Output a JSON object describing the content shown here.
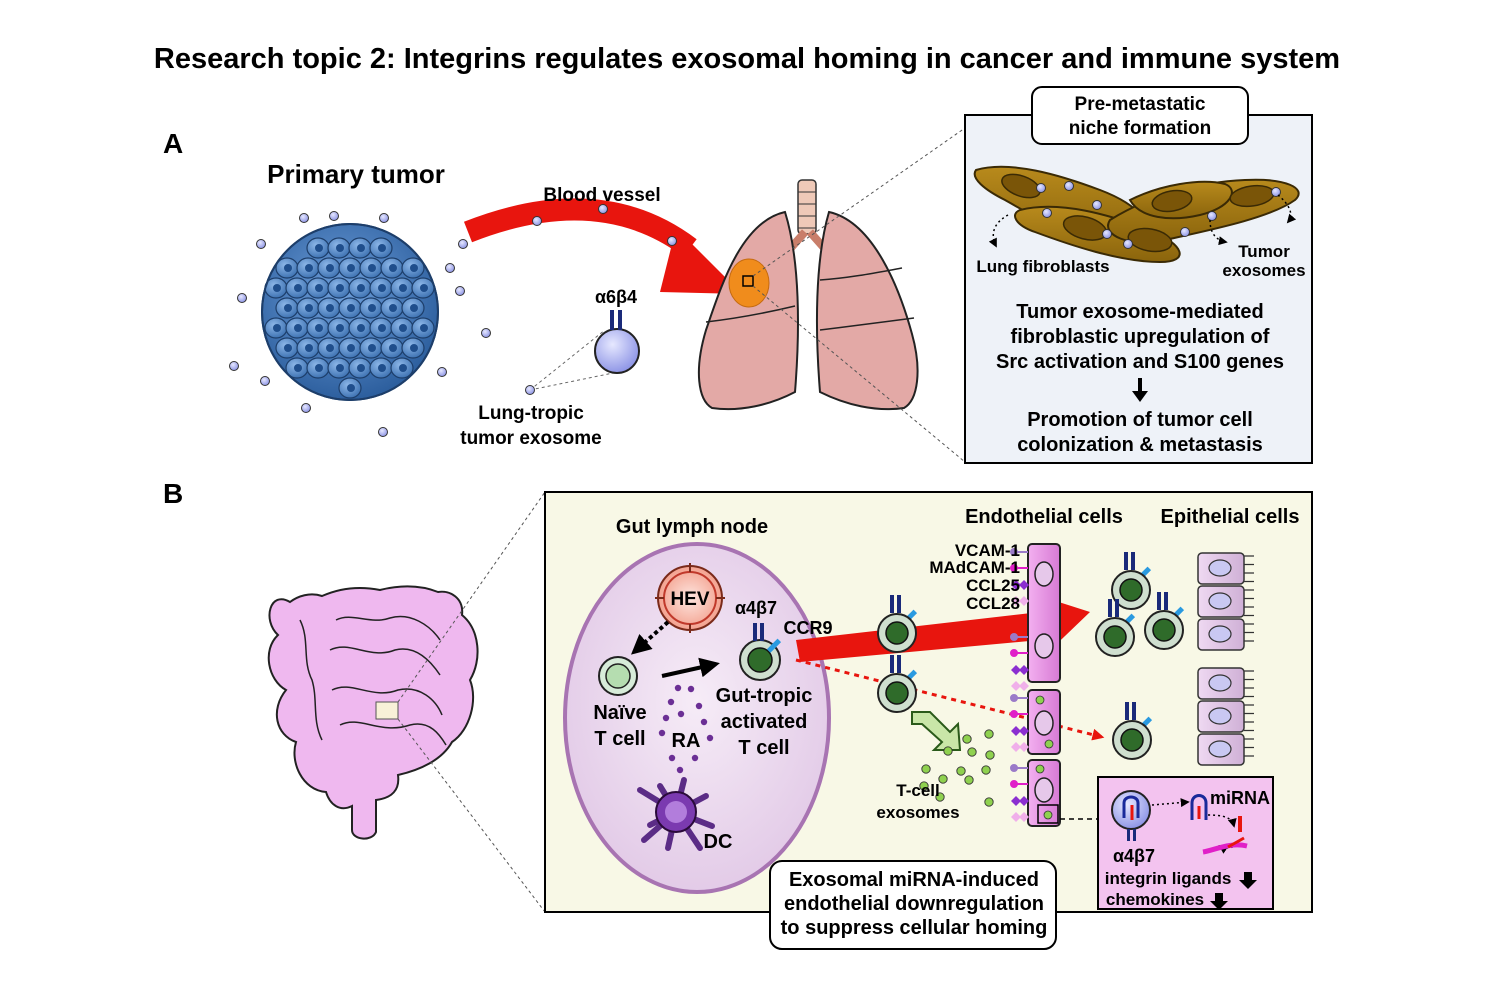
{
  "title": "Research topic 2: Integrins regulates exosomal homing in cancer and immune system",
  "panel_a": {
    "label": "A",
    "primary_tumor": "Primary tumor",
    "blood_vessel": "Blood vessel",
    "integrin": "α6β4",
    "exosome_label_line1": "Lung-tropic",
    "exosome_label_line2": "tumor exosome",
    "niche_line1": "Pre-metastatic",
    "niche_line2": "niche formation",
    "lung_fibroblasts": "Lung fibroblasts",
    "tumor_exosomes_line1": "Tumor",
    "tumor_exosomes_line2": "exosomes",
    "mechanism_line1": "Tumor exosome-mediated",
    "mechanism_line2": "fibroblastic upregulation of",
    "mechanism_line3": "Src activation and S100 genes",
    "outcome_line1": "Promotion of tumor cell",
    "outcome_line2": "colonization & metastasis"
  },
  "panel_b": {
    "label": "B",
    "gut_lymph_node": "Gut lymph node",
    "hev": "HEV",
    "naive_line1": "Naïve",
    "naive_line2": "T cell",
    "ra": "RA",
    "dc": "DC",
    "integrin": "α4β7",
    "ccr9": "CCR9",
    "gut_tropic_line1": "Gut-tropic",
    "gut_tropic_line2": "activated",
    "gut_tropic_line3": "T cell",
    "endothelial_cells": "Endothelial cells",
    "epithelial_cells": "Epithelial cells",
    "ligands": [
      "VCAM-1",
      "MAdCAM-1",
      "CCL25",
      "CCL28"
    ],
    "tcell_exosomes_line1": "T-cell",
    "tcell_exosomes_line2": "exosomes",
    "mirna": "miRNA",
    "inset_integrin": "α4β7",
    "integrin_ligands": "integrin ligands",
    "chemokines": "chemokines",
    "summary_line1": "Exosomal miRNA-induced",
    "summary_line2": "endothelial downregulation",
    "summary_line3": "to suppress cellular homing"
  },
  "colors": {
    "tumor_cell": "#4f86c6",
    "exosome": "#aab0f0",
    "arrow_red": "#e8150e",
    "lung": "#e3a9a6",
    "fibroblast": "#a57a13",
    "lymph_node": "#ead6ee",
    "gut": "#efb8ef",
    "t_cell_exosome": "#8fd14f",
    "panel_a_box": "#eef2f8",
    "panel_b_box": "#f8f8e6",
    "inset_box": "#f3c3ef"
  }
}
